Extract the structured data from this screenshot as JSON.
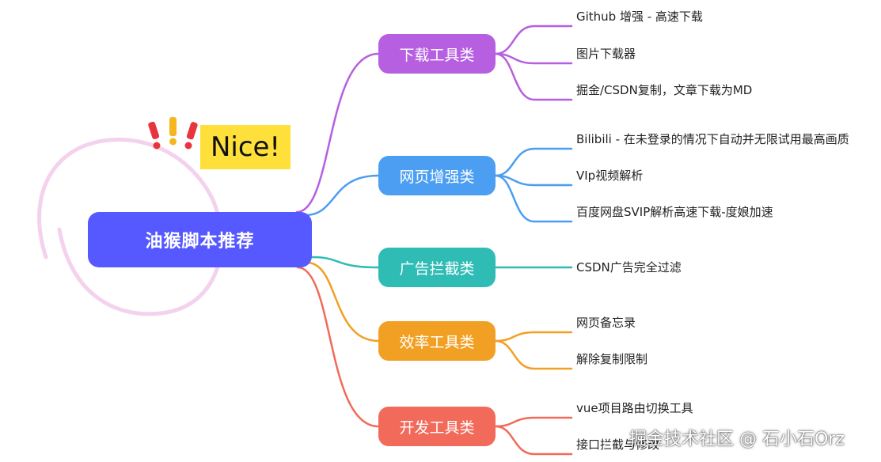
{
  "root": {
    "label": "油猴脚本推荐",
    "color": "#5559ff"
  },
  "sticker": {
    "text": "Nice!"
  },
  "branches": [
    {
      "label": "下载工具类",
      "color": "#b65fe0",
      "leaves": [
        "Github 增强 - 高速下载",
        "图片下载器",
        "掘金/CSDN复制，文章下载为MD"
      ]
    },
    {
      "label": "网页增强类",
      "color": "#4b9ef2",
      "leaves": [
        "Bilibili - 在未登录的情况下自动并无限试用最高画质",
        "VIp视频解析",
        "百度网盘SVIP解析高速下载-度娘加速"
      ]
    },
    {
      "label": "广告拦截类",
      "color": "#2fbcb5",
      "leaves": [
        "CSDN广告完全过滤"
      ]
    },
    {
      "label": "效率工具类",
      "color": "#f2a024",
      "leaves": [
        "网页备忘录",
        "解除复制限制"
      ]
    },
    {
      "label": "开发工具类",
      "color": "#f16a5a",
      "leaves": [
        "vue项目路由切换工具",
        "接口拦截与修改"
      ]
    }
  ],
  "watermark": "掘金技术社区 @ 石小石Orz"
}
